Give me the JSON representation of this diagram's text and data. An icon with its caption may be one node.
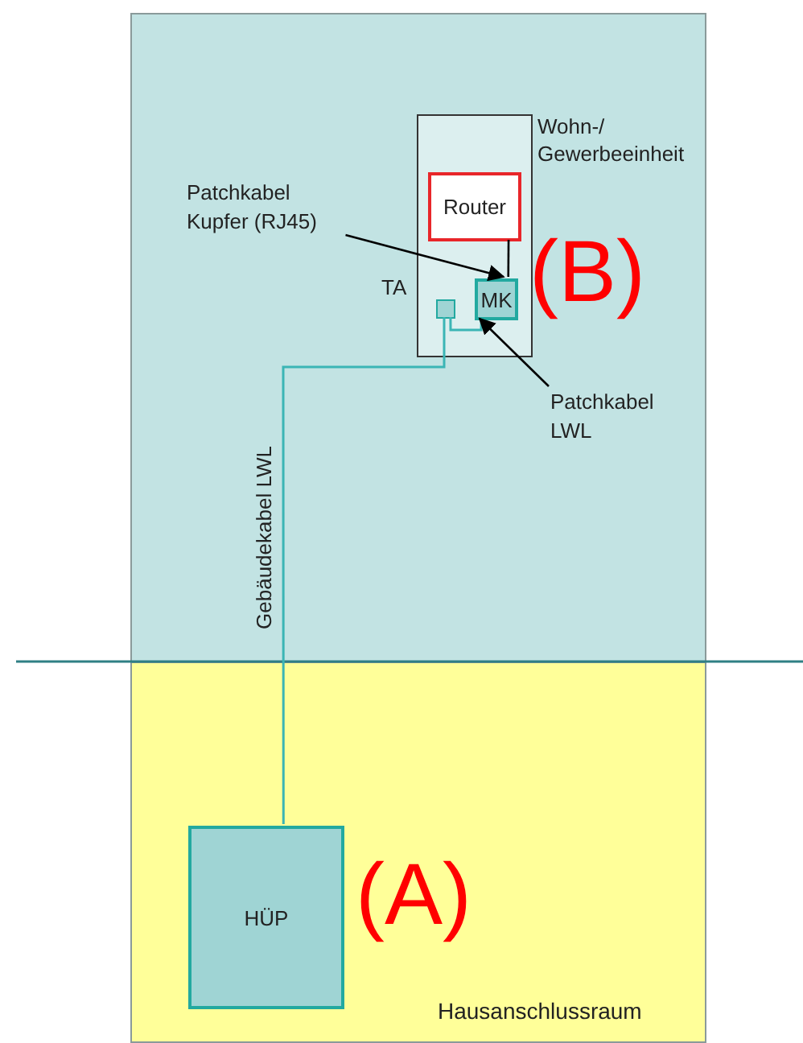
{
  "diagram": {
    "nodes": [
      {
        "text": [],
        "shape": "box"
      },
      {
        "text": [
          "Wohn-/ Gewerbeeinheit"
        ],
        "in": 0
      },
      {
        "text": [
          "Router"
        ],
        "in": 1
      },
      {
        "text": [
          "TA"
        ],
        "in": 1
      },
      {
        "text": [
          "MK"
        ],
        "in": 1
      },
      {
        "text": [
          "Patchkabel Kupfer (RJ45)"
        ],
        "in": 0
      },
      {
        "text": [
          "Patchkabel LWL"
        ],
        "in": 0
      },
      {
        "text": [
          "Hausanschlussraum"
        ]
      },
      {
        "text": [
          "HÜP"
        ],
        "in": 7
      }
    ],
    "edges": [
      {
        "from": 3,
        "to": 8,
        "arrow": "none",
        "label": "Gebäudekabel LWL",
        "color": "#3bb5b5"
      },
      {
        "from": 3,
        "to": 4,
        "arrow": "none",
        "color": "#3bb5b5"
      },
      {
        "from": 2,
        "to": 4,
        "arrow": "none",
        "color": "#000000"
      },
      {
        "from": 5,
        "to": 4,
        "arrow": "to",
        "color": "#000000"
      },
      {
        "from": 6,
        "to": 4,
        "arrow": "to",
        "color": "#000000"
      }
    ],
    "labels": [
      "(B)",
      "(A)"
    ]
  }
}
